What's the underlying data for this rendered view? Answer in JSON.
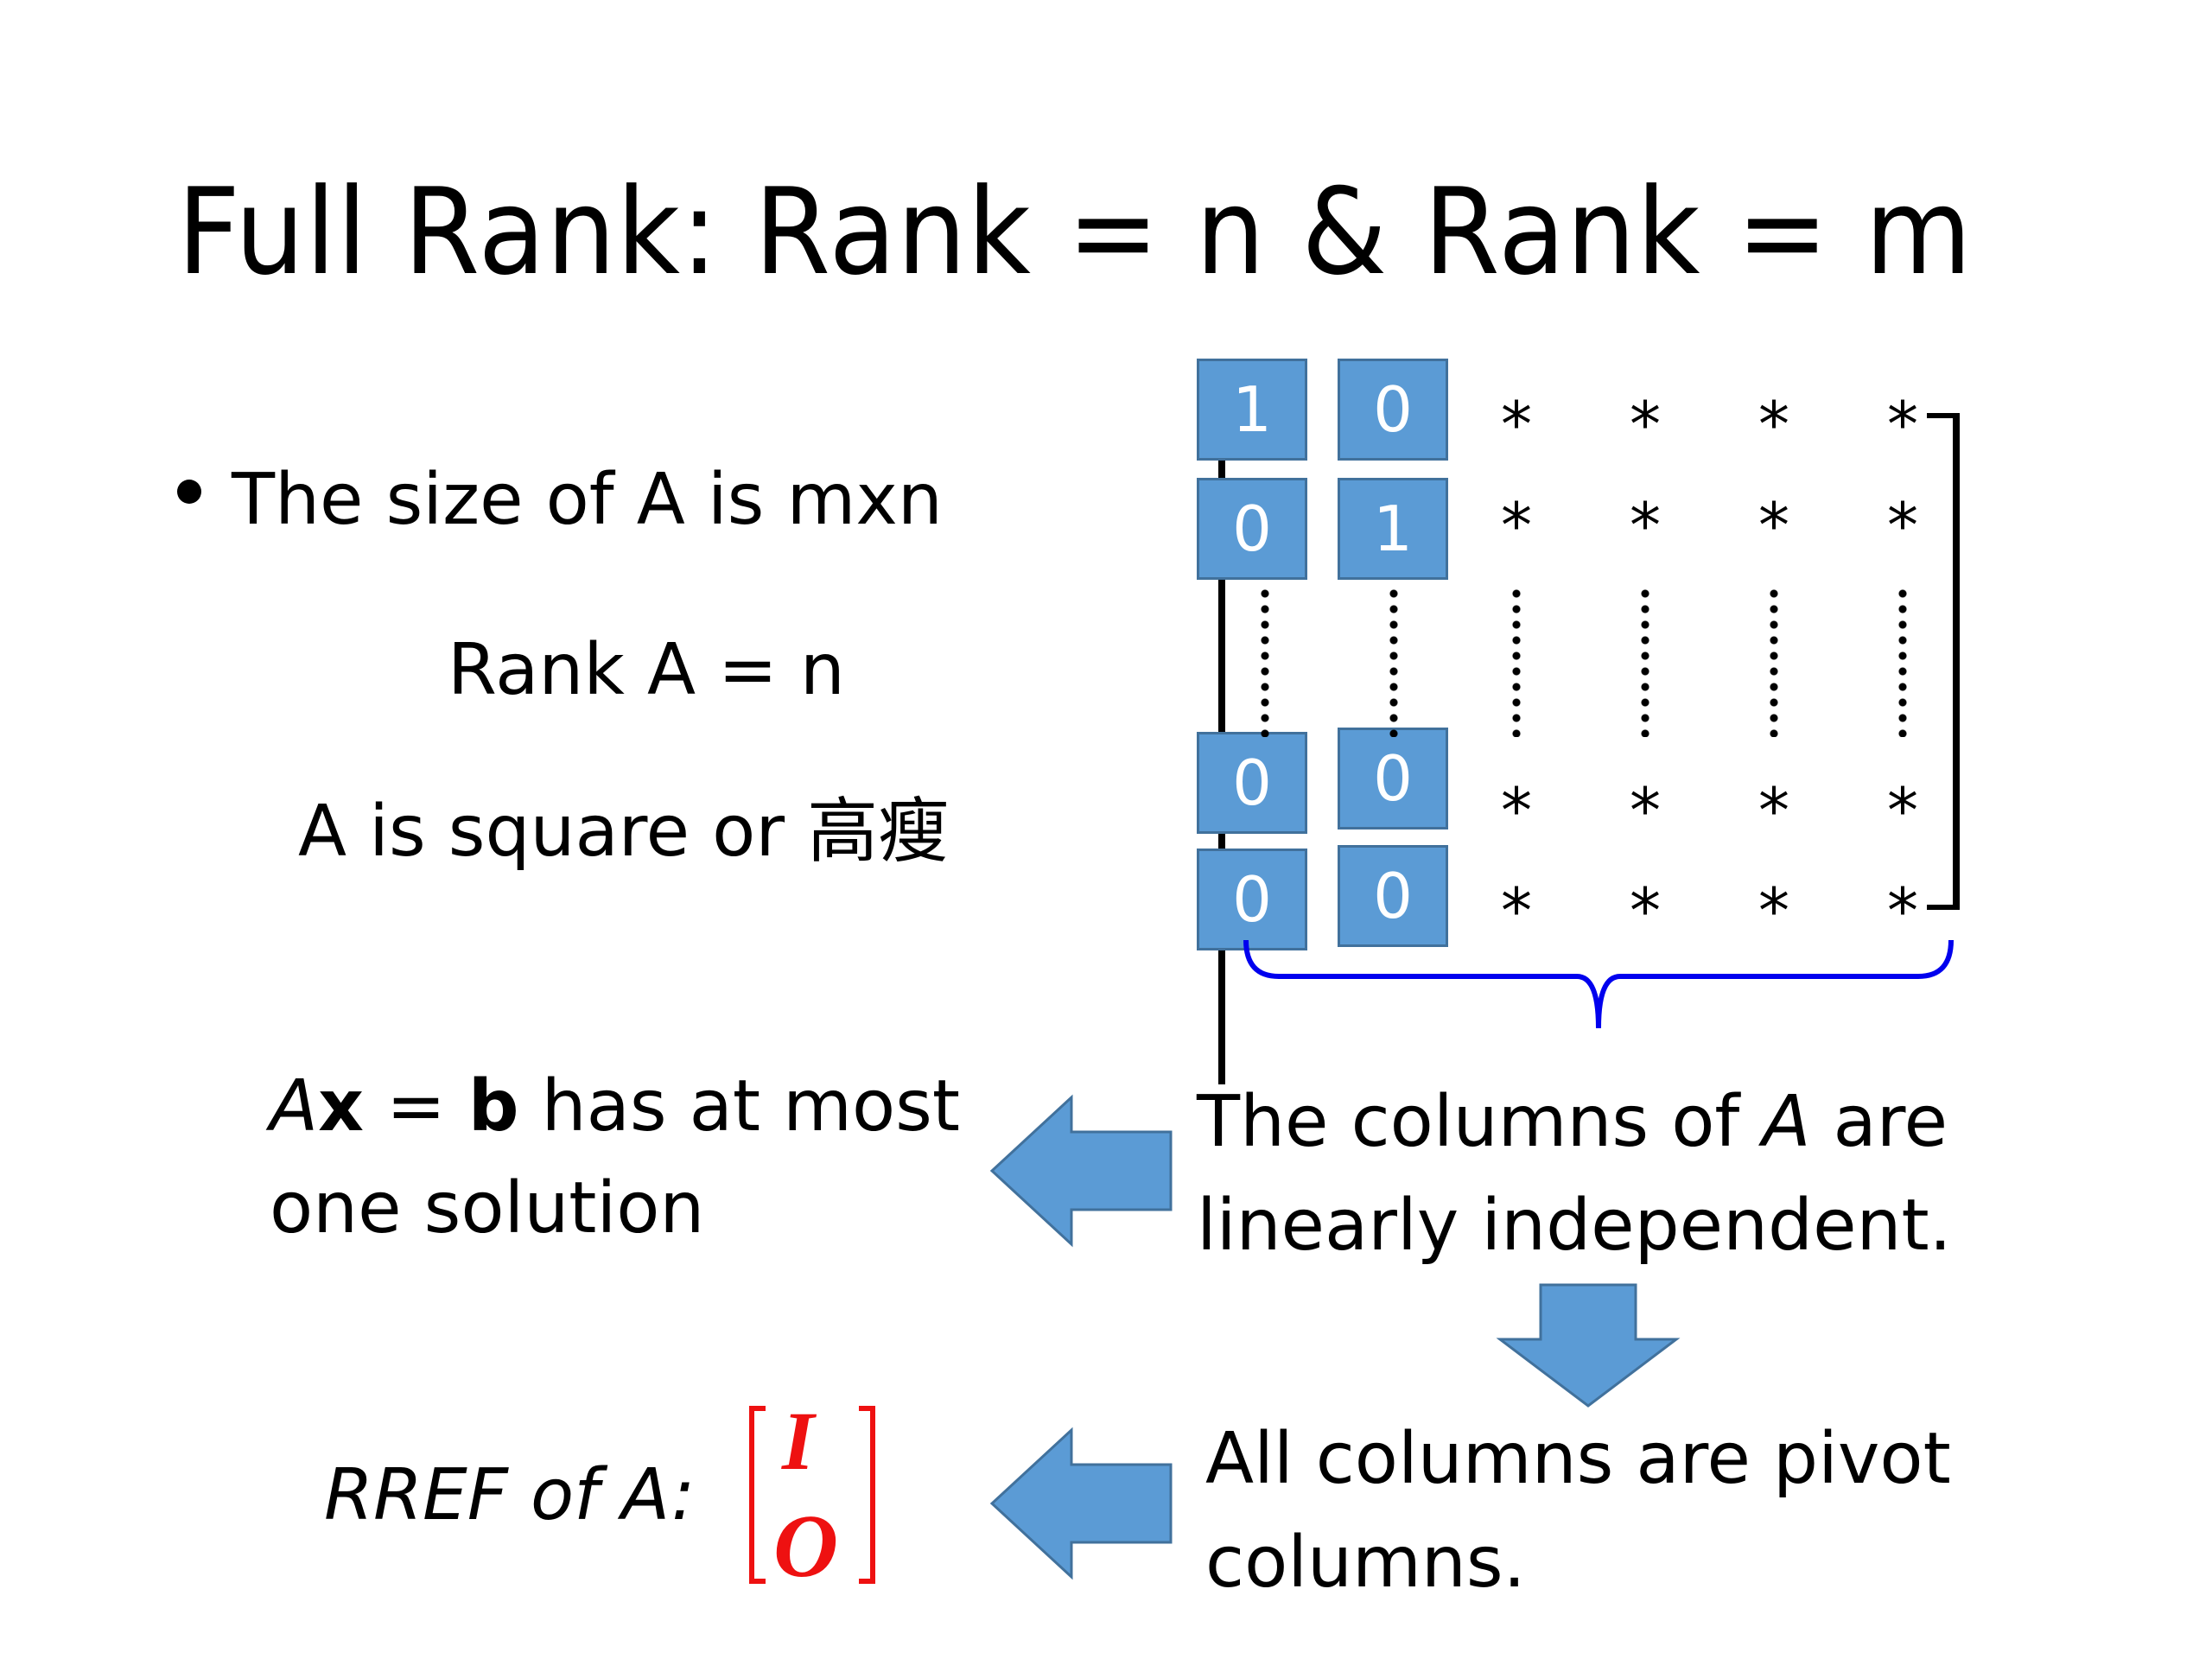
{
  "title": "Full Rank: Rank = n & Rank = m",
  "left": {
    "bullet": "The size of A is mxn",
    "rank_line": "Rank A = n",
    "shape_line": "A is square or 高瘦"
  },
  "matrix": {
    "pivot_cells": [
      {
        "row": 0,
        "col": 0,
        "value": "1"
      },
      {
        "row": 0,
        "col": 1,
        "value": "0"
      },
      {
        "row": 1,
        "col": 0,
        "value": "0"
      },
      {
        "row": 1,
        "col": 1,
        "value": "1"
      },
      {
        "row": 2,
        "col": 0,
        "value": "0"
      },
      {
        "row": 2,
        "col": 1,
        "value": "0"
      },
      {
        "row": 3,
        "col": 0,
        "value": "0"
      },
      {
        "row": 3,
        "col": 1,
        "value": "0"
      }
    ],
    "star": "*",
    "colors": {
      "cell_fill": "#5b9bd5",
      "cell_border": "#41719c",
      "brace": "#0000ee"
    }
  },
  "statements": {
    "solution_var_A": "A",
    "solution_var_x": "x",
    "solution_eq": " = ",
    "solution_var_b": "b",
    "solution_rest": " has at most",
    "solution_line2": "one solution",
    "columns_line1_pre": "The columns of ",
    "columns_line1_A": "A",
    "columns_line1_post": " are",
    "columns_line2": "linearly independent.",
    "pivot_line1": "All columns are pivot",
    "pivot_line2": "columns.",
    "rref_label": "RREF of A:",
    "rref_top": "I",
    "rref_bottom": "O"
  },
  "colors": {
    "arrow_fill": "#5b9bd5",
    "arrow_stroke": "#41719c",
    "rref": "#ee1111"
  }
}
